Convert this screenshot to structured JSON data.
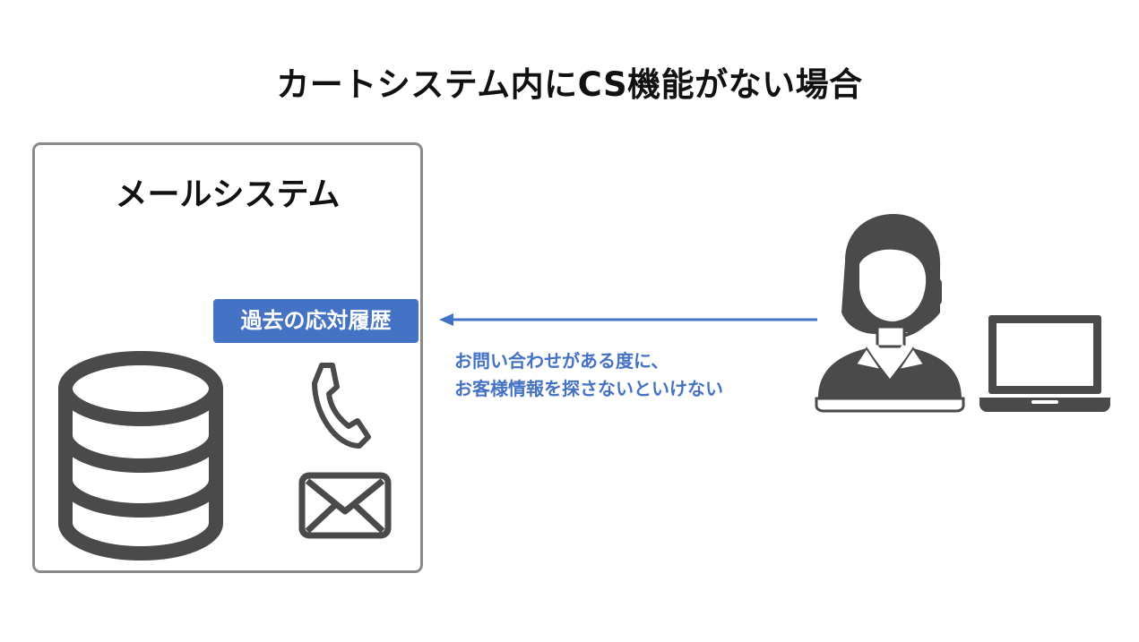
{
  "title": "カートシステム内にCS機能がない場合",
  "mail_system": {
    "label": "メールシステム",
    "history_label": "過去の応対履歴"
  },
  "caption": {
    "line1": "お問い合わせがある度に、",
    "line2": "お客様情報を探さないといけない"
  },
  "colors": {
    "accent": "#4472c4",
    "icon": "#4a4a4a",
    "border": "#8a8a8a"
  },
  "icons": [
    "database-icon",
    "phone-icon",
    "mail-icon",
    "operator-icon",
    "laptop-icon",
    "arrow-left"
  ]
}
